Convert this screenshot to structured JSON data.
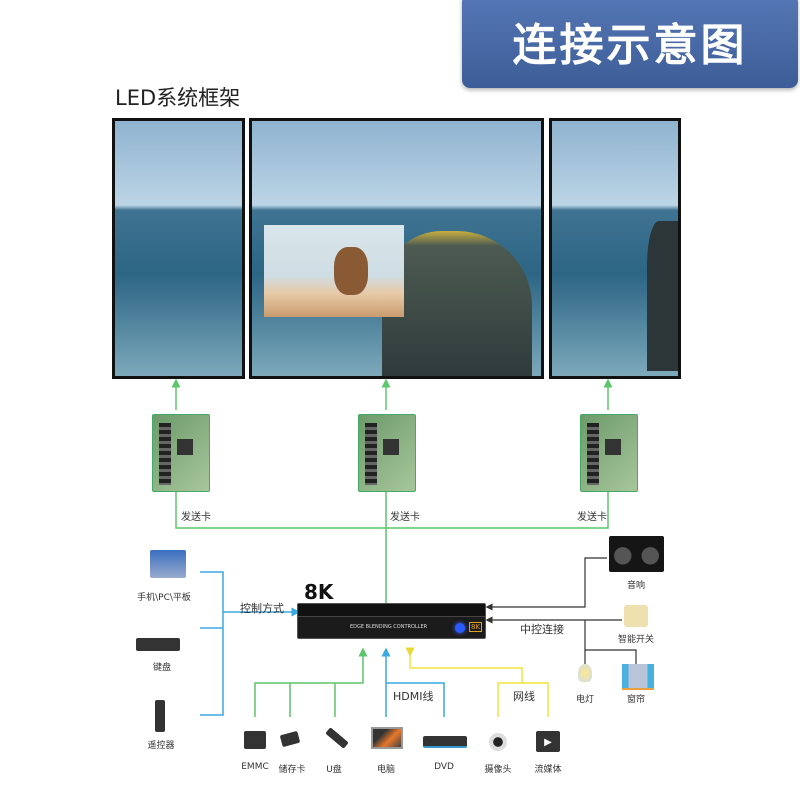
{
  "banner_title": "连接示意图",
  "frame_title": "LED系统框架",
  "sender_card_label": "发送卡",
  "controller": {
    "badge": "8K",
    "panel_text": "EDGE BLENDING CONTROLLER",
    "logo": "8K"
  },
  "control": {
    "label": "控制方式",
    "devices": [
      "手机\\PC\\平板",
      "键盘",
      "遥控器"
    ]
  },
  "inputs": {
    "hdmi_label": "HDMI线",
    "network_label": "网线",
    "devices": [
      "EMMC",
      "储存卡",
      "U盘",
      "电脑",
      "DVD",
      "摄像头",
      "流媒体"
    ]
  },
  "central": {
    "label": "中控连接",
    "devices": [
      "音响",
      "智能开关",
      "电灯",
      "窗帘"
    ]
  },
  "colors": {
    "banner": "#4a6aa8",
    "green": "#5cc66a",
    "blue": "#3aa8e0",
    "yellow": "#f2e33a",
    "black": "#333333"
  }
}
